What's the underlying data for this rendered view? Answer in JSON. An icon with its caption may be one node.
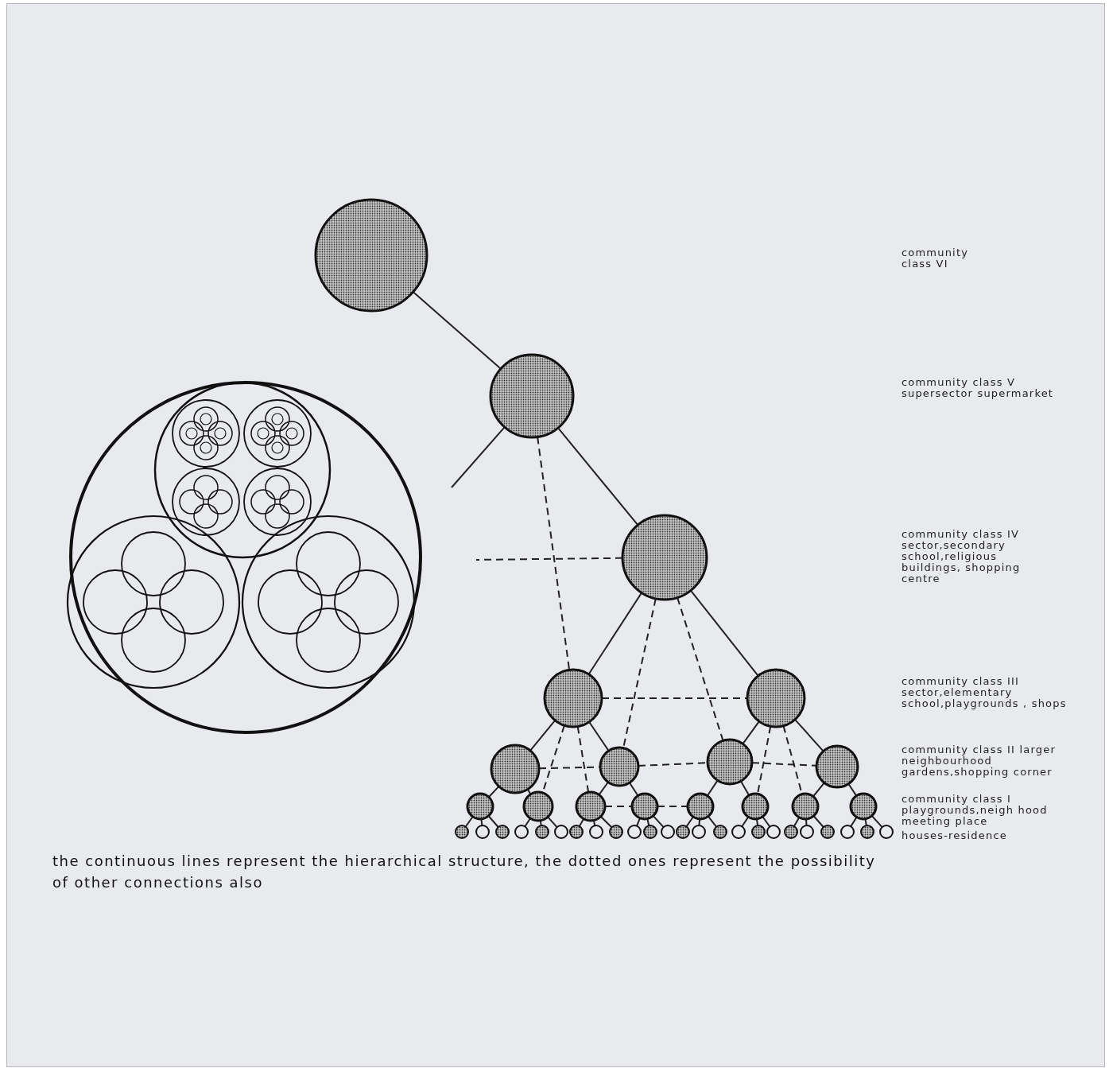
{
  "diagram": {
    "caption": "the continuous lines represent the hierarchical structure, the dotted ones represent the possibility of other connections also",
    "nodes": [
      {
        "text": [],
        "shape": "circle"
      },
      {
        "text": [],
        "shape": "circle"
      },
      {
        "text": [],
        "shape": "circle"
      },
      {
        "text": [],
        "shape": "circle"
      },
      {
        "text": [],
        "shape": "circle"
      },
      {
        "text": [],
        "shape": "circle"
      },
      {
        "text": [],
        "shape": "circle"
      },
      {
        "text": [],
        "shape": "circle"
      },
      {
        "text": [],
        "shape": "circle"
      },
      {
        "text": [],
        "shape": "circle"
      },
      {
        "text": [],
        "shape": "circle"
      },
      {
        "text": [],
        "shape": "circle"
      },
      {
        "text": [],
        "shape": "circle"
      },
      {
        "text": [],
        "shape": "circle"
      },
      {
        "text": [],
        "shape": "circle"
      },
      {
        "text": [],
        "shape": "circle"
      },
      {
        "text": [],
        "shape": "circle"
      },
      {
        "text": [],
        "shape": "circle"
      },
      {
        "text": [],
        "shape": "circle"
      },
      {
        "text": [],
        "shape": "circle"
      },
      {
        "text": [],
        "shape": "circle"
      },
      {
        "text": [],
        "shape": "circle"
      },
      {
        "text": [],
        "shape": "circle"
      },
      {
        "text": [],
        "shape": "circle"
      },
      {
        "text": [],
        "shape": "circle"
      },
      {
        "text": [],
        "shape": "circle"
      },
      {
        "text": [],
        "shape": "circle"
      },
      {
        "text": [],
        "shape": "circle"
      },
      {
        "text": [],
        "shape": "circle"
      },
      {
        "text": [],
        "shape": "circle"
      },
      {
        "text": [],
        "shape": "circle"
      },
      {
        "text": [],
        "shape": "circle"
      },
      {
        "text": [],
        "shape": "circle"
      },
      {
        "text": [],
        "shape": "circle"
      },
      {
        "text": [],
        "shape": "circle"
      },
      {
        "text": [],
        "shape": "circle"
      },
      {
        "text": [],
        "shape": "circle"
      },
      {
        "text": [],
        "shape": "circle"
      },
      {
        "text": [],
        "shape": "circle"
      },
      {
        "text": [],
        "shape": "circle"
      },
      {
        "text": [],
        "shape": "circle"
      }
    ],
    "edges": [
      {
        "from": 0,
        "to": 1,
        "arrow": "none"
      },
      {
        "from": 1,
        "to": 2,
        "arrow": "none"
      },
      {
        "from": 1,
        "to": null,
        "arrow": "none"
      },
      {
        "from": 1,
        "to": 3,
        "arrow": "none",
        "style": "dashed"
      },
      {
        "from": 2,
        "to": null,
        "arrow": "none",
        "style": "dashed"
      },
      {
        "from": 2,
        "to": 3,
        "arrow": "none"
      },
      {
        "from": 2,
        "to": 4,
        "arrow": "none"
      },
      {
        "from": 2,
        "to": 6,
        "arrow": "none",
        "style": "dashed"
      },
      {
        "from": 2,
        "to": 7,
        "arrow": "none",
        "style": "dashed"
      },
      {
        "from": 3,
        "to": 4,
        "arrow": "none",
        "style": "dashed"
      },
      {
        "from": 3,
        "to": 5,
        "arrow": "none"
      },
      {
        "from": 3,
        "to": 6,
        "arrow": "none"
      },
      {
        "from": 3,
        "to": 10,
        "arrow": "none",
        "style": "dashed"
      },
      {
        "from": 3,
        "to": 11,
        "arrow": "none",
        "style": "dashed"
      },
      {
        "from": 4,
        "to": 7,
        "arrow": "none"
      },
      {
        "from": 4,
        "to": 8,
        "arrow": "none"
      },
      {
        "from": 4,
        "to": 14,
        "arrow": "none",
        "style": "dashed"
      },
      {
        "from": 4,
        "to": 15,
        "arrow": "none",
        "style": "dashed"
      },
      {
        "from": 5,
        "to": 6,
        "arrow": "none",
        "style": "dashed"
      },
      {
        "from": 6,
        "to": 7,
        "arrow": "none",
        "style": "dashed"
      },
      {
        "from": 7,
        "to": 8,
        "arrow": "none",
        "style": "dashed"
      },
      {
        "from": 5,
        "to": 9,
        "arrow": "none"
      },
      {
        "from": 5,
        "to": 10,
        "arrow": "none"
      },
      {
        "from": 6,
        "to": 11,
        "arrow": "none"
      },
      {
        "from": 6,
        "to": 12,
        "arrow": "none"
      },
      {
        "from": 7,
        "to": 13,
        "arrow": "none"
      },
      {
        "from": 7,
        "to": 14,
        "arrow": "none"
      },
      {
        "from": 8,
        "to": 15,
        "arrow": "none"
      },
      {
        "from": 8,
        "to": 16,
        "arrow": "none"
      },
      {
        "from": 11,
        "to": 12,
        "arrow": "none",
        "style": "dashed"
      },
      {
        "from": 12,
        "to": 13,
        "arrow": "none",
        "style": "dashed"
      },
      {
        "from": 9,
        "to": 17,
        "arrow": "none"
      },
      {
        "from": 9,
        "to": 18,
        "arrow": "none"
      },
      {
        "from": 9,
        "to": 19,
        "arrow": "none"
      },
      {
        "from": 10,
        "to": 20,
        "arrow": "none"
      },
      {
        "from": 10,
        "to": 21,
        "arrow": "none"
      },
      {
        "from": 10,
        "to": 22,
        "arrow": "none"
      },
      {
        "from": 11,
        "to": 23,
        "arrow": "none"
      },
      {
        "from": 11,
        "to": 24,
        "arrow": "none"
      },
      {
        "from": 11,
        "to": 25,
        "arrow": "none"
      },
      {
        "from": 12,
        "to": 26,
        "arrow": "none"
      },
      {
        "from": 12,
        "to": 27,
        "arrow": "none"
      },
      {
        "from": 12,
        "to": 28,
        "arrow": "none"
      },
      {
        "from": 13,
        "to": 29,
        "arrow": "none"
      },
      {
        "from": 13,
        "to": 30,
        "arrow": "none"
      },
      {
        "from": 13,
        "to": 31,
        "arrow": "none"
      },
      {
        "from": 14,
        "to": 32,
        "arrow": "none"
      },
      {
        "from": 14,
        "to": 33,
        "arrow": "none"
      },
      {
        "from": 14,
        "to": 34,
        "arrow": "none"
      },
      {
        "from": 15,
        "to": 35,
        "arrow": "none"
      },
      {
        "from": 15,
        "to": 36,
        "arrow": "none"
      },
      {
        "from": 15,
        "to": 37,
        "arrow": "none"
      },
      {
        "from": 16,
        "to": 38,
        "arrow": "none"
      },
      {
        "from": 16,
        "to": 39,
        "arrow": "none"
      },
      {
        "from": 16,
        "to": 40,
        "arrow": "none"
      }
    ],
    "labels": [
      "community class VI",
      "community class V supersector supermarket",
      "community class IV sector,secondary school,religious buildings, shopping centre",
      "community class III sector,elementary school,playgrounds , shops",
      "community class II larger neighbourhood gardens,shopping corner",
      "community class I playgrounds,neigh hood meeting place",
      "houses-residence"
    ]
  }
}
